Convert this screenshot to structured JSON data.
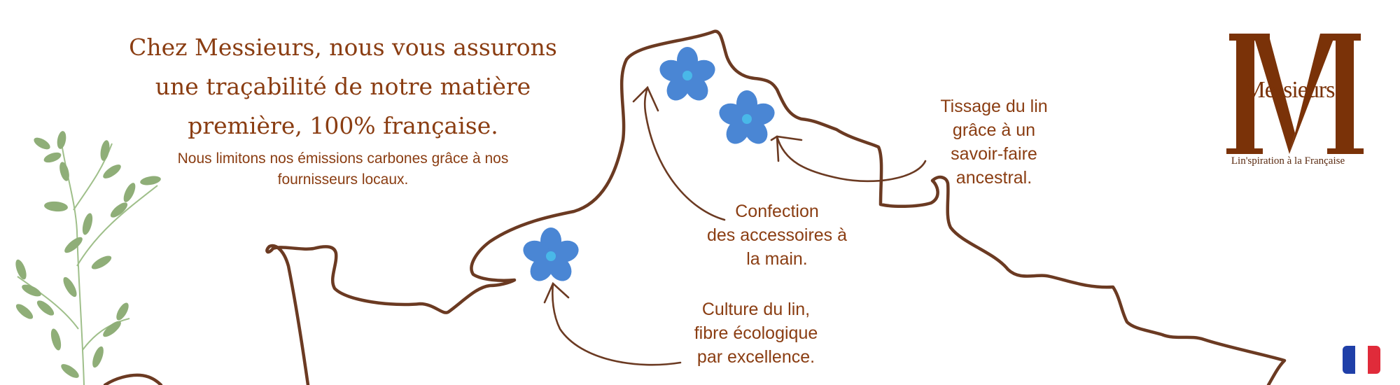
{
  "headline": {
    "line1": "Chez Messieurs, nous vous assurons",
    "line2": "une traçabilité de notre matière",
    "line3": "première, 100% française."
  },
  "subline": {
    "line1": "Nous limitons nos émissions carbones grâce à nos",
    "line2": "fournisseurs locaux."
  },
  "captions": {
    "tissage": [
      "Tissage du lin",
      "grâce à un",
      "savoir-faire",
      "ancestral."
    ],
    "confection": [
      "Confection",
      "des accessoires à",
      "la main."
    ],
    "culture": [
      "Culture du lin,",
      "fibre écologique",
      "par excellence."
    ]
  },
  "logo": {
    "letter": "M",
    "name": "Messieurs",
    "tagline": "Lin'spiration à la Française"
  },
  "icons": {
    "flower": "flax-flower-icon",
    "plant": "olive-branch-icon",
    "flag": "french-flag-icon"
  },
  "colors": {
    "text": "#8a3d12",
    "outline": "#6b3a22",
    "flower": "#4a86d4",
    "flower_center": "#49b8e8",
    "leaf": "#8fae78",
    "flag_blue": "#1f3fa8",
    "flag_white": "#ffffff",
    "flag_red": "#e02b3a"
  }
}
